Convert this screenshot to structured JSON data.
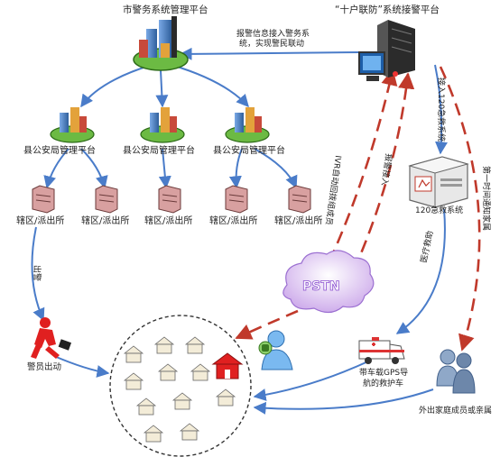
{
  "title_city": "市警务系统管理平台",
  "title_platform": "“十户联防”系统接警平台",
  "alarm_info_line1": "报警信息接入警务系",
  "alarm_info_line2": "统，实现警民联动",
  "county_platforms": [
    "县公安局管理平台",
    "县公安局管理平台",
    "县公安局管理平台"
  ],
  "stations": [
    "辖区/派出所",
    "辖区/派出所",
    "辖区/派出所",
    "辖区/派出所",
    "辖区/派出所"
  ],
  "police_out": "出警",
  "police_dispatch": "警员出动",
  "ivr_label": "IVR自动回拨组成员",
  "alarm_access": "报警接入",
  "access_120": "接入120急救系统",
  "emergency_120": "120急救系统",
  "first_notify": "第一时间通知家属",
  "medical_rescue": "医疗救助",
  "pstn": "PSTN",
  "ambulance_line1": "带车载GPS导",
  "ambulance_line2": "航的救护车",
  "family": "外出家庭成员或亲属",
  "colors": {
    "blue": "#4a7cc9",
    "red_dash": "#c0392b",
    "house_red": "#e02020"
  }
}
